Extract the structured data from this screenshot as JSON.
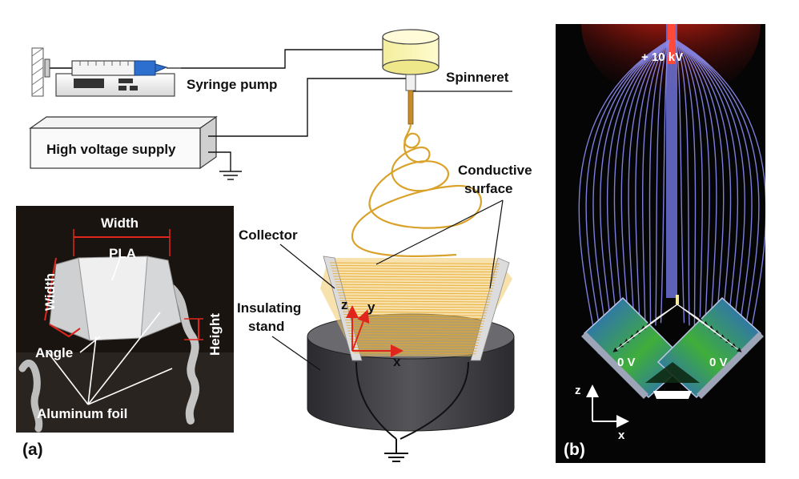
{
  "schematic": {
    "syringe_pump": "Syringe pump",
    "high_voltage_supply": "High voltage supply",
    "spinneret": "Spinneret",
    "conductive_surface_line1": "Conductive",
    "conductive_surface_line2": "surface",
    "collector": "Collector",
    "insulating_stand_line1": "Insulating",
    "insulating_stand_line2": "stand",
    "axis_z": "z",
    "axis_y": "y",
    "axis_x": "x"
  },
  "photo": {
    "width_top": "Width",
    "width_side": "Width",
    "pla": "PLA",
    "height": "Height",
    "angle": "Angle",
    "aluminum_foil": "Aluminum foil",
    "panel_label": "(a)"
  },
  "simulation": {
    "voltage_top": "+ 10 kV",
    "voltage_left": "0 V",
    "voltage_right": "0 V",
    "axis_z": "z",
    "axis_x": "x",
    "panel_label": "(b)"
  },
  "colors": {
    "field_line": "#8a8cf0",
    "spinneret_glow": "#ff2a1a",
    "collector_green": "#3fae3a",
    "collector_blue": "#2a5fd6",
    "fiber": "#e8a82a",
    "stand": "#3a3a3e"
  }
}
